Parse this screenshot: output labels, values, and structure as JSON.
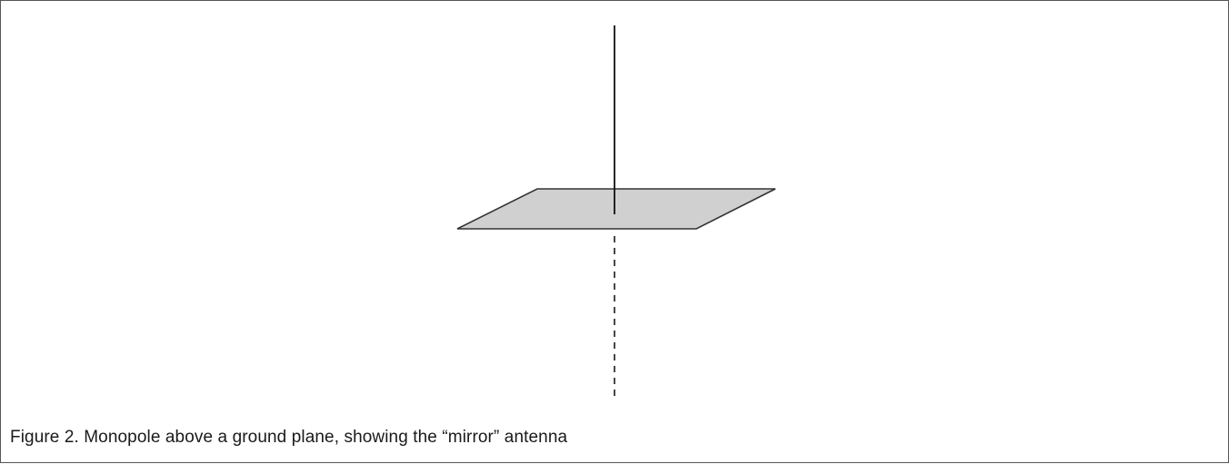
{
  "figure": {
    "caption": "Figure 2.  Monopole above a ground plane, showing the “mirror” antenna"
  },
  "colors": {
    "frame_border": "#555555",
    "ground_plane_fill": "#d0d0d0",
    "ground_plane_stroke": "#333333",
    "monopole_line": "#111111",
    "mirror_line": "#333333",
    "caption_text": "#1a1a1a"
  },
  "diagram": {
    "elements": [
      "monopole",
      "ground-plane",
      "mirror-antenna"
    ],
    "mirror_line_style": "dashed"
  }
}
